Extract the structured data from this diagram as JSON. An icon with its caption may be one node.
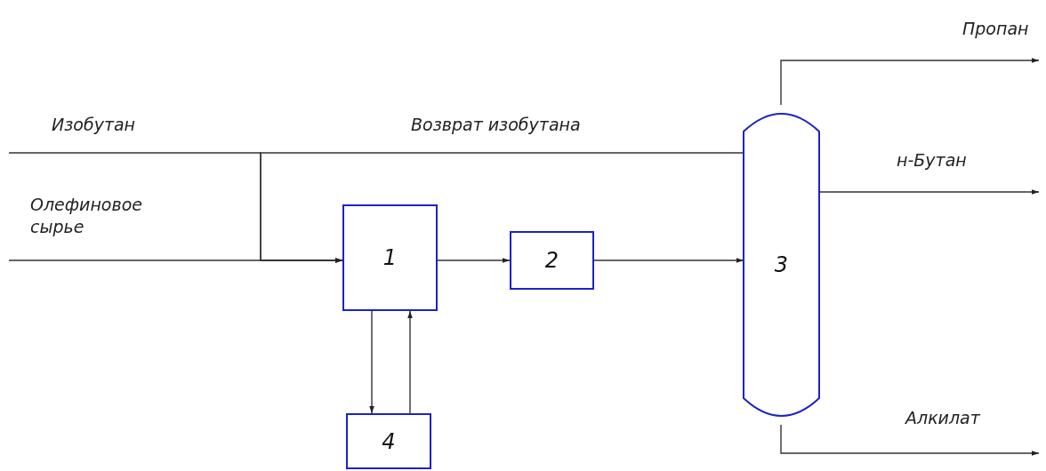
{
  "diagram": {
    "nodes": [
      {
        "text": [
          "1"
        ]
      },
      {
        "text": [
          "2"
        ]
      },
      {
        "text": [
          "3"
        ]
      },
      {
        "text": [
          "4"
        ]
      }
    ],
    "edges": [
      {
        "from": null,
        "to": 0,
        "arrow": "to",
        "label": "Изобутан"
      },
      {
        "from": 2,
        "to": 0,
        "arrow": "to",
        "label": "Возврат изобутана"
      },
      {
        "from": null,
        "to": 0,
        "arrow": "to",
        "label": "Олефиновое сырье"
      },
      {
        "from": 0,
        "to": 1,
        "arrow": "to"
      },
      {
        "from": 1,
        "to": 2,
        "arrow": "to"
      },
      {
        "from": 0,
        "to": 3,
        "arrow": "to"
      },
      {
        "from": 3,
        "to": 0,
        "arrow": "to"
      },
      {
        "from": 2,
        "to": null,
        "arrow": "to",
        "label": "Пропан"
      },
      {
        "from": 2,
        "to": null,
        "arrow": "to",
        "label": "н-Бутан"
      },
      {
        "from": 2,
        "to": null,
        "arrow": "to",
        "label": "Алкилат"
      }
    ]
  }
}
